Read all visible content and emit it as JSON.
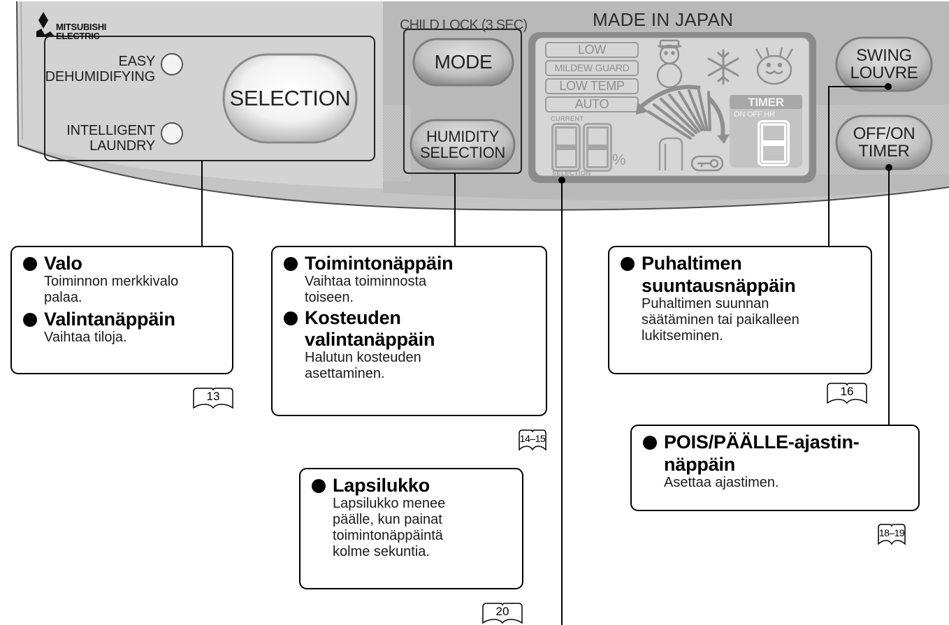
{
  "panel": {
    "brand_name": "MITSUBISHI",
    "brand_sub": "ELECTRIC",
    "made_in": "MADE IN JAPAN",
    "child_lock_label": "CHILD LOCK (3 SEC)",
    "easy_dehumidifying": [
      "EASY",
      "DEHUMIDIFYING"
    ],
    "intelligent_laundry": [
      "INTELLIGENT",
      "LAUNDRY"
    ],
    "selection_button": "SELECTION",
    "mode_button": "MODE",
    "humidity_selection_button": [
      "HUMIDITY",
      "SELECTION"
    ],
    "swing_louvre_button": [
      "SWING",
      "LOUVRE"
    ],
    "off_on_timer_button": [
      "OFF/ON",
      "TIMER"
    ],
    "lcd": {
      "modes": [
        "LOW",
        "MILDEW GUARD",
        "LOW TEMP",
        "AUTO"
      ],
      "current_label": "CURRENT",
      "selection_label": "SELECTION",
      "percent_sign": "%",
      "timer_label": "TIMER",
      "timer_sub": "ON OFF HR",
      "humidity_digits": "88",
      "timer_digit": "8"
    }
  },
  "callouts": {
    "left": {
      "items": [
        {
          "title": "Valo",
          "desc": [
            "Toiminnon merkkivalo",
            "palaa."
          ]
        },
        {
          "title": "Valintanäppäin",
          "desc": [
            "Vaihtaa tiloja."
          ]
        }
      ],
      "page_ref": "13"
    },
    "middle": {
      "items": [
        {
          "title": "Toimintonäppäin",
          "desc": [
            "Vaihtaa toiminnosta",
            "toiseen."
          ]
        },
        {
          "title": [
            "Kosteuden",
            "valintanäppäin"
          ],
          "desc": [
            "Halutun kosteuden",
            "asettaminen."
          ]
        }
      ],
      "page_ref": "14–15"
    },
    "child_lock": {
      "items": [
        {
          "title": "Lapsilukko",
          "desc": [
            "Lapsilukko menee",
            "päälle, kun painat",
            "toimintonäppäintä",
            "kolme sekuntia."
          ]
        }
      ],
      "page_ref": "20"
    },
    "swing": {
      "items": [
        {
          "title": [
            "Puhaltimen",
            "suuntausnäppäin"
          ],
          "desc": [
            "Puhaltimen suunnan",
            "säätäminen tai paikalleen",
            "lukitseminen."
          ]
        }
      ],
      "page_ref": "16"
    },
    "timer": {
      "items": [
        {
          "title": [
            "POIS/PÄÄLLE-ajastin-",
            "näppäin"
          ],
          "desc": [
            "Asettaa ajastimen."
          ]
        }
      ],
      "page_ref": "18–19"
    }
  }
}
